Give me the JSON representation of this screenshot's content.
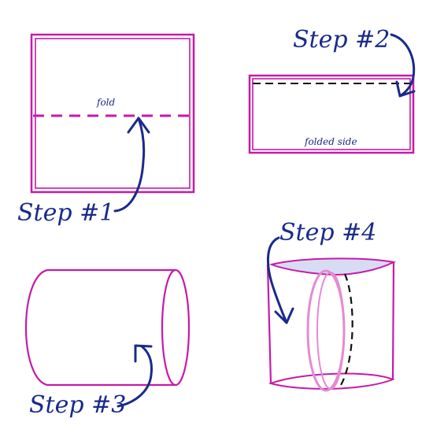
{
  "colors": {
    "magenta": "#c71aa8",
    "magenta_light": "#e58ad4",
    "navy": "#1a2a8a",
    "black": "#111111",
    "tube_top_fill": "#d8dcf3"
  },
  "labels": {
    "step1": "Step #1",
    "step2": "Step #2",
    "step3": "Step #3",
    "step4": "Step #4",
    "fold": "fold",
    "folded_side": "folded side"
  },
  "icons": {
    "arrow": "curved-arrow-icon"
  }
}
